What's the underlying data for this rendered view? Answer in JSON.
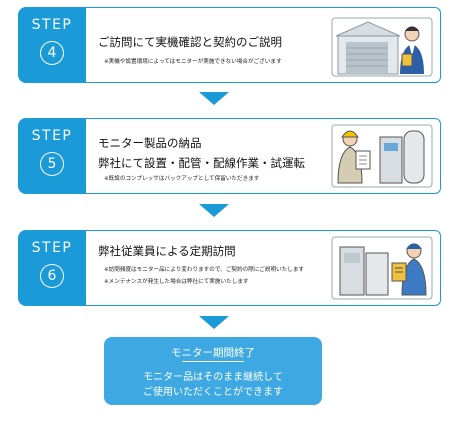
{
  "steps": [
    {
      "label": "STEP",
      "number": "4",
      "title_lines": [
        "ご訪問にて実機確認と契約のご説明"
      ],
      "notes": [
        "※実機や設置環境によってはモニターが実施できない場合がございます"
      ],
      "illustration": "staff-holding-clipboard-in-warehouse-icon"
    },
    {
      "label": "STEP",
      "number": "5",
      "title_lines": [
        "モニター製品の納品",
        "弊社にて設置・配管・配線作業・試運転"
      ],
      "notes": [
        "※既設のコンプレッサはバックアップとして保留いただきます"
      ],
      "illustration": "worker-with-checklist-and-compressors-icon"
    },
    {
      "label": "STEP",
      "number": "6",
      "title_lines": [
        "弊社従業員による定期訪問"
      ],
      "notes": [
        "※訪問頻度はモニター品により変わりますので、ご契約の際にご説明いたします",
        "※メンテナンスが発生した場合は弊社にて実施いたします"
      ],
      "illustration": "technician-inspecting-compressor-icon"
    }
  ],
  "final": {
    "title": "モニター期間終了",
    "lines": [
      "モニター品はそのまま継続して",
      "ご使用いただくことができます"
    ]
  },
  "colors": {
    "primary": "#1b9ad8",
    "final_bg": "#3ea8e2"
  }
}
